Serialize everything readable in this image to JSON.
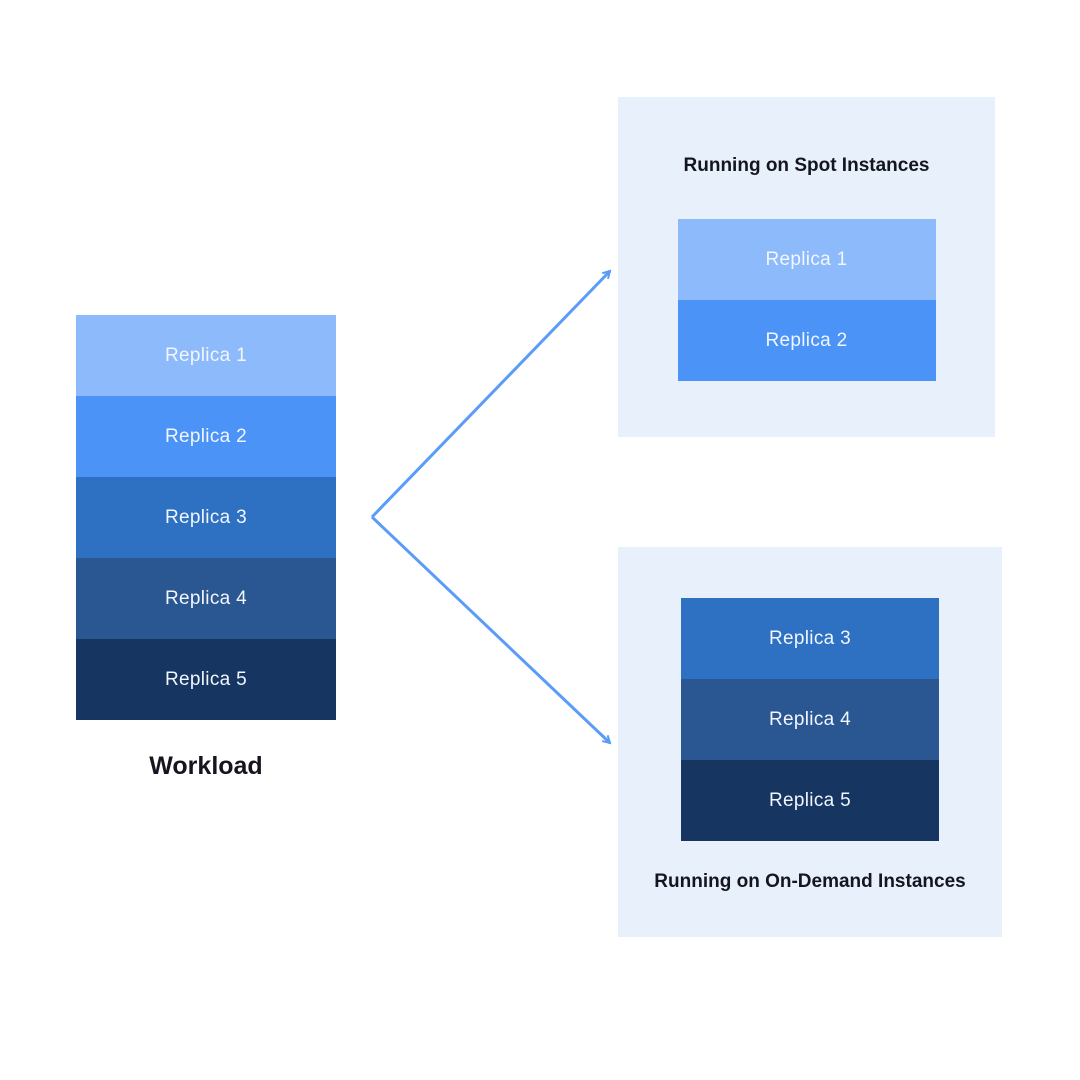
{
  "diagram": {
    "workload": {
      "label": "Workload"
    },
    "replicas": [
      {
        "label": "Replica 1",
        "color": "#8dbafa"
      },
      {
        "label": "Replica 2",
        "color": "#4b93f7"
      },
      {
        "label": "Replica 3",
        "color": "#2e70c2"
      },
      {
        "label": "Replica 4",
        "color": "#2a5691"
      },
      {
        "label": "Replica 5",
        "color": "#163560"
      }
    ],
    "spot_panel": {
      "title": "Running on Spot Instances"
    },
    "ondemand_panel": {
      "title": "Running on On-Demand Instances"
    },
    "colors": {
      "panel_bg": "#e8f1fb",
      "arrow": "#5b9cf8",
      "title_text": "#15151f",
      "replica_text": "#f1f6ff"
    }
  }
}
